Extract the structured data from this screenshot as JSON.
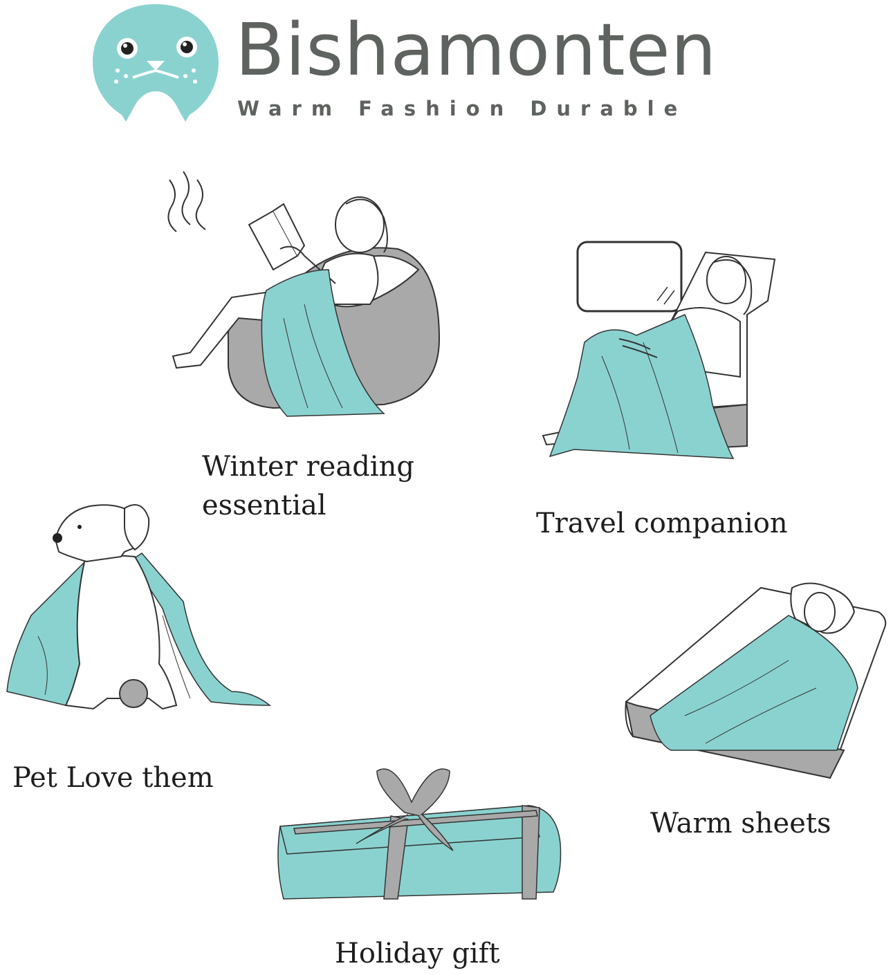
{
  "brand": {
    "name": "Bishamonten",
    "tagline": "Warm Fashion Durable",
    "accent_color": "#8ad2d0",
    "gray_color": "#a9a9a9",
    "logo_icon": "seal-face-icon"
  },
  "scenes": {
    "reading": {
      "caption_line1": "Winter reading",
      "caption_line2": "essential",
      "icon": "woman-reading-in-beanbag-icon"
    },
    "travel": {
      "caption": "Travel companion",
      "icon": "woman-sleeping-on-train-seat-icon"
    },
    "pet": {
      "caption": "Pet Love them",
      "icon": "dog-with-blanket-icon"
    },
    "sheets": {
      "caption": "Warm sheets",
      "icon": "woman-sleeping-in-bed-icon"
    },
    "gift": {
      "caption": "Holiday gift",
      "icon": "gift-box-with-bow-icon"
    }
  }
}
